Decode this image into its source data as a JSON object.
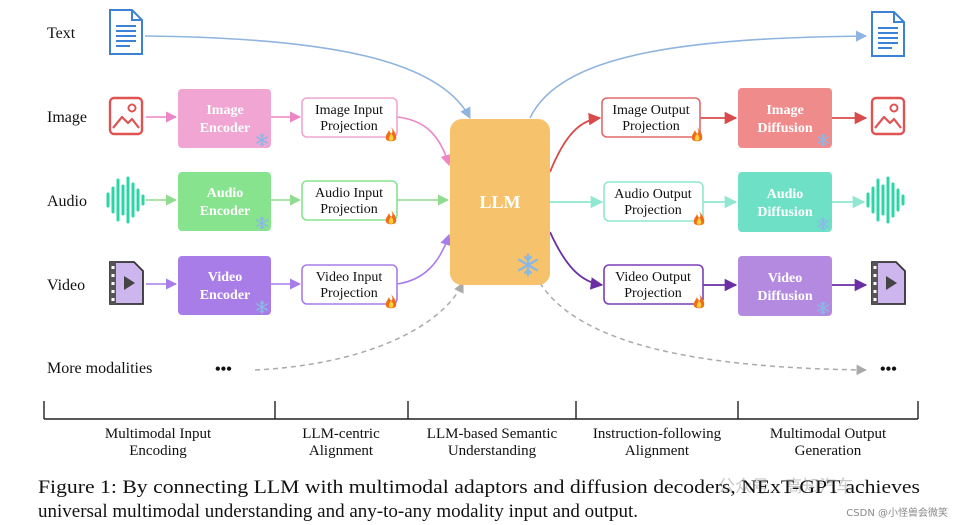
{
  "inputs": {
    "text": "Text",
    "image": "Image",
    "audio": "Audio",
    "video": "Video",
    "more": "More modalities",
    "ellipsis": "•••"
  },
  "encoders": {
    "image": [
      "Image",
      "Encoder"
    ],
    "audio": [
      "Audio",
      "Encoder"
    ],
    "video": [
      "Video",
      "Encoder"
    ]
  },
  "input_projection": {
    "image": [
      "Image Input",
      "Projection"
    ],
    "audio": [
      "Audio Input",
      "Projection"
    ],
    "video": [
      "Video Input",
      "Projection"
    ]
  },
  "llm": "LLM",
  "output_projection": {
    "image": [
      "Image Output",
      "Projection"
    ],
    "audio": [
      "Audio Output",
      "Projection"
    ],
    "video": [
      "Video Output",
      "Projection"
    ]
  },
  "diffusion": {
    "image": [
      "Image",
      "Diffusion"
    ],
    "audio": [
      "Audio",
      "Diffusion"
    ],
    "video": [
      "Video",
      "Diffusion"
    ]
  },
  "stages": [
    [
      "Multimodal Input",
      "Encoding"
    ],
    [
      "LLM-centric",
      "Alignment"
    ],
    [
      "LLM-based Semantic",
      "Understanding"
    ],
    [
      "Instruction-following",
      "Alignment"
    ],
    [
      "Multimodal Output",
      "Generation"
    ]
  ],
  "caption": [
    "Figure 1: By connecting LLM with multimodal adaptors and diffusion decoders, NExT-GPT achieves",
    "universal multimodal understanding and any-to-any modality input and output."
  ],
  "watermark": {
    "center": "公众号 · 高知汽车",
    "corner": "CSDN @小怪兽会微笑"
  },
  "colors": {
    "image": "#f0a5d2",
    "audio": "#88e38f",
    "video": "#a97de8",
    "llm": "#f6c26b",
    "text_arrow": "#8fb4e0",
    "image_out": "#e06a6a",
    "audio_out": "#8fe8cf",
    "video_out": "#7d3fb5",
    "dashed": "#aaaaaa"
  },
  "icons": {
    "text": "document-icon",
    "image": "picture-icon",
    "audio": "waveform-icon",
    "video": "film-icon",
    "frozen": "snowflake-icon",
    "trainable": "flame-icon"
  }
}
